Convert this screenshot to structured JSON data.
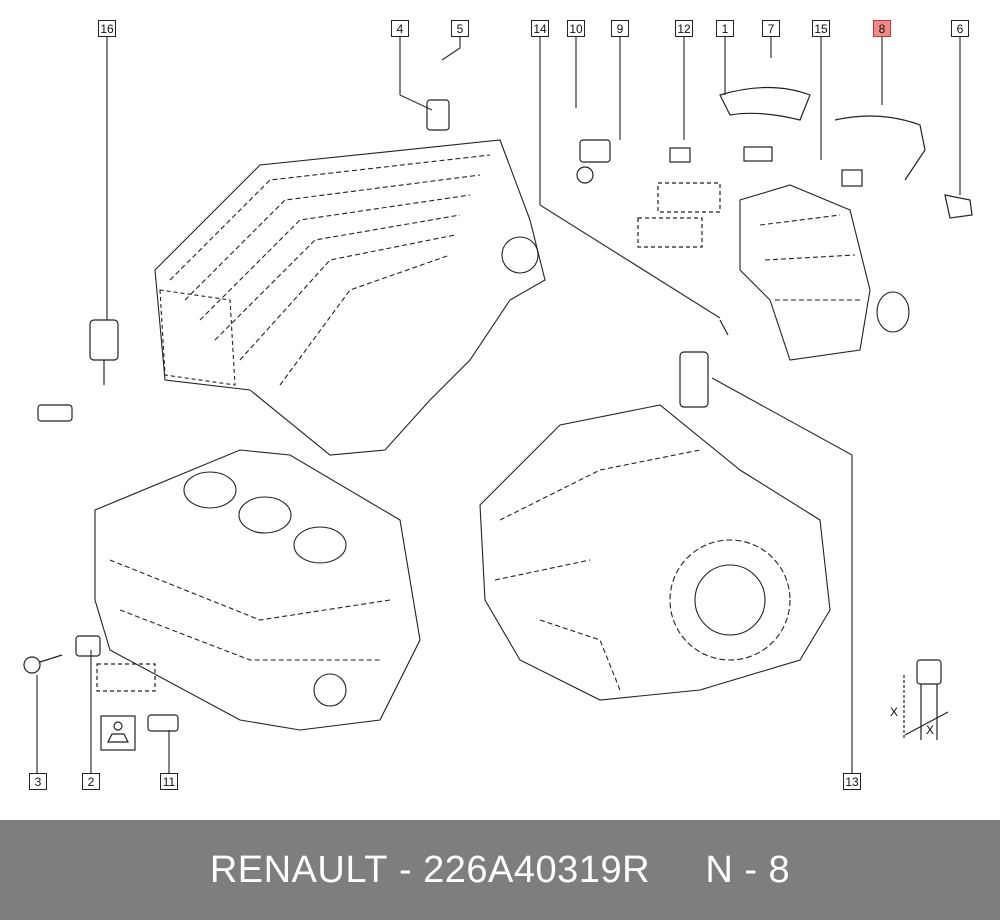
{
  "callouts": [
    {
      "id": "c16",
      "label": "16"
    },
    {
      "id": "c4",
      "label": "4"
    },
    {
      "id": "c5",
      "label": "5"
    },
    {
      "id": "c14",
      "label": "14"
    },
    {
      "id": "c10",
      "label": "10"
    },
    {
      "id": "c9",
      "label": "9"
    },
    {
      "id": "c12",
      "label": "12"
    },
    {
      "id": "c1",
      "label": "1"
    },
    {
      "id": "c7",
      "label": "7"
    },
    {
      "id": "c15",
      "label": "15"
    },
    {
      "id": "c8",
      "label": "8"
    },
    {
      "id": "c6",
      "label": "6"
    },
    {
      "id": "c3",
      "label": "3"
    },
    {
      "id": "c2",
      "label": "2"
    },
    {
      "id": "c11",
      "label": "11"
    },
    {
      "id": "c13",
      "label": "13"
    }
  ],
  "highlighted_callout": "8",
  "highlight_color": "#f08a8a",
  "footer": {
    "brand": "RENAULT",
    "separator": "-",
    "part_number": "226A40319R",
    "position": "N - 8"
  },
  "footer_bg": "#7e7e7e",
  "dimension_labels": {
    "a": "X",
    "b": "X"
  }
}
